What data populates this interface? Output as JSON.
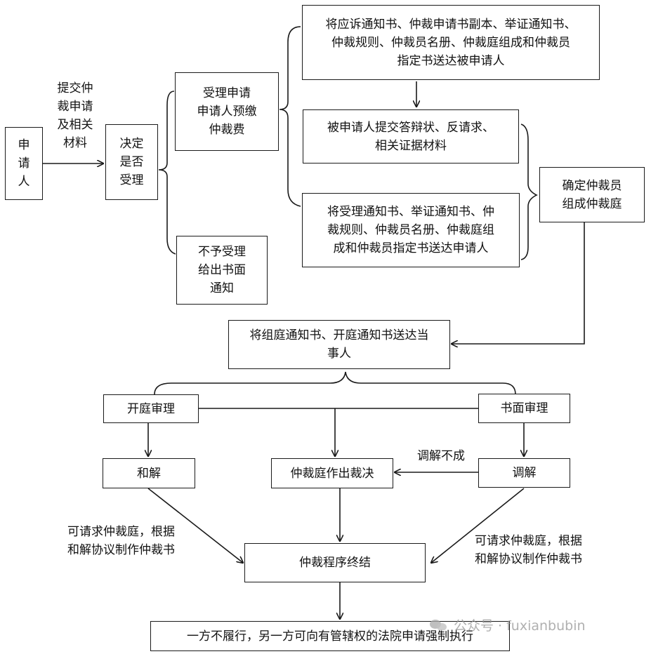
{
  "nodes": {
    "applicant": "申\n请\n人",
    "decide": "决定\n是否\n受理",
    "accept": "受理申请\n申请人预缴\n仲裁费",
    "reject": "不予受理\n给出书面\n通知",
    "serve_respondent": "将应诉通知书、仲裁申请书副本、举证通知书、\n仲裁规则、仲裁员名册、仲裁庭组成和仲裁员\n指定书送达被申请人",
    "respondent_reply": "被申请人提交答辩状、反请求、\n相关证据材料",
    "serve_applicant": "将受理通知书、举证通知书、仲\n裁规则、仲裁员名册、仲裁庭组\n成和仲裁员指定书送达申请人",
    "form_tribunal": "确定仲裁员\n组成仲裁庭",
    "serve_parties": "将组庭通知书、开庭通知书送达当\n事人",
    "oral_hearing": "开庭审理",
    "written_hearing": "书面审理",
    "settlement": "和解",
    "award": "仲裁庭作出裁决",
    "mediation": "调解",
    "terminate": "仲裁程序终结",
    "enforce": "一方不履行，另一方可向有管辖权的法院申请强制执行"
  },
  "labels": {
    "submit": "提交仲\n裁申请\n及相关\n材料",
    "mediation_failed": "调解不成",
    "settlement_award": "可请求仲裁庭，根据\n和解协议制作仲裁书",
    "mediation_award": "可请求仲裁庭，根据\n和解协议制作仲裁书"
  },
  "watermark": {
    "text": "公众号 · fuxianbubin",
    "icon": "wechat-icon"
  }
}
